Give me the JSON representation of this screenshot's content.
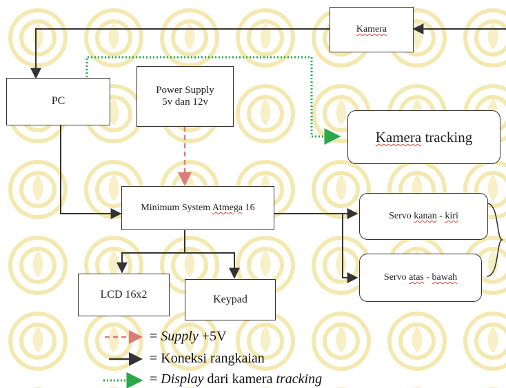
{
  "colors": {
    "watermark": "#f3e9b0",
    "supply_arrow": "#e07a7a",
    "connection_arrow": "#333333",
    "display_arrow": "#2aa84a"
  },
  "blocks": {
    "kamera": "Kamera",
    "pc": "PC",
    "power_supply_line1": "Power Supply",
    "power_supply_line2": "5v dan 12v",
    "kamera_tracking_word1": "Kamera",
    "kamera_tracking_word2": "tracking",
    "minimum_system_prefix": "Minimum System",
    "minimum_system_chip": "Atmega",
    "minimum_system_suffix": "16",
    "servo_kanan_prefix": "Servo",
    "servo_kanan_word": "kanan",
    "servo_kanan_sep": "-",
    "servo_kiri_word": "kiri",
    "servo_atas_prefix": "Servo",
    "servo_atas_word": "atas",
    "servo_atas_sep": "-",
    "servo_bawah_word": "bawah",
    "lcd": "LCD 16x2",
    "keypad": "Keypad"
  },
  "legend": {
    "supply": {
      "prefix": "= ",
      "italic": "Supply",
      "suffix": " +5V"
    },
    "connection": {
      "text": "= Koneksi rangkaian"
    },
    "display": {
      "prefix": "= ",
      "italic1": "Display",
      "middle": " dari kamera ",
      "italic2": "tracking"
    }
  }
}
